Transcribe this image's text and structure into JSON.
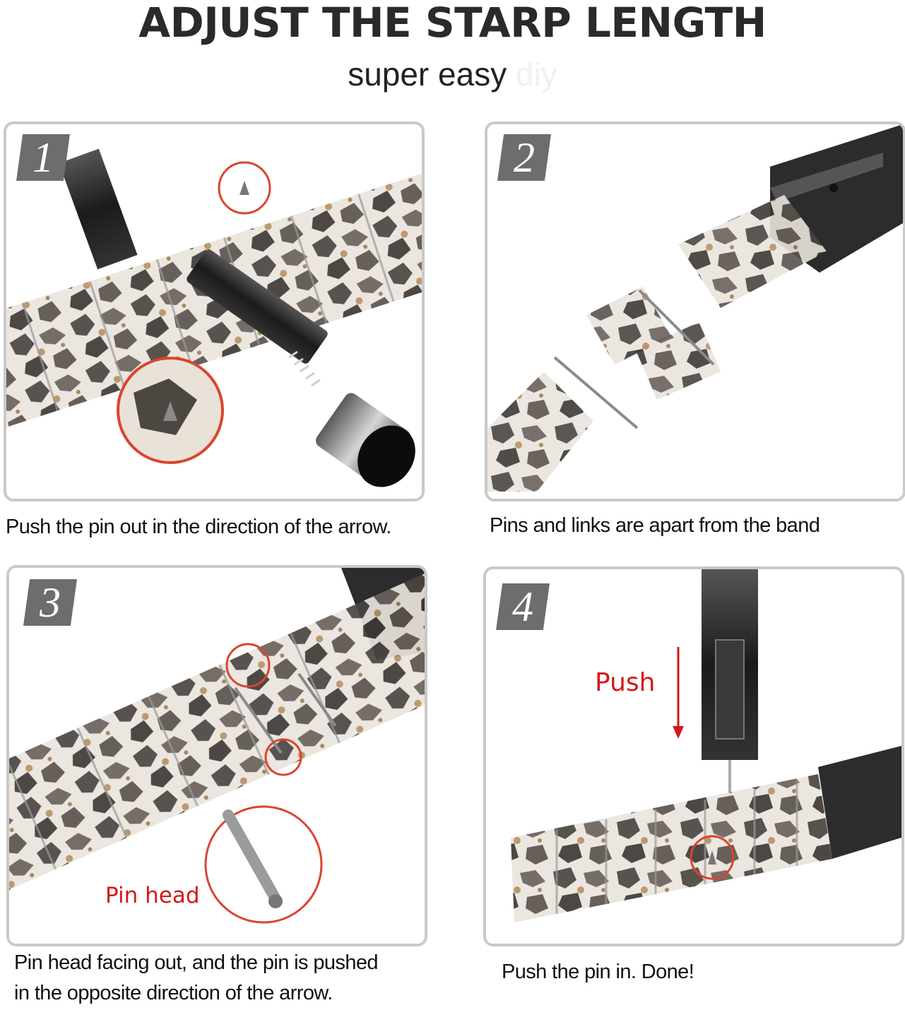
{
  "header": {
    "title": "ADJUST THE STARP LENGTH",
    "subtitle": "super easy",
    "subtitle_faded": "diy"
  },
  "steps": [
    {
      "number": "1",
      "caption": "Push the pin out in the direction of the arrow."
    },
    {
      "number": "2",
      "caption": "Pins and links are apart from the band"
    },
    {
      "number": "3",
      "caption_line1": "Pin head facing out, and the pin is pushed",
      "caption_line2": "in the opposite direction of the arrow.",
      "callout": "Pin head"
    },
    {
      "number": "4",
      "caption": "Push the pin in. Done!",
      "callout": "Push"
    }
  ],
  "colors": {
    "accent_red": "#d41818",
    "badge_gray": "#6d6d6d",
    "panel_border": "#c9c9c9"
  }
}
